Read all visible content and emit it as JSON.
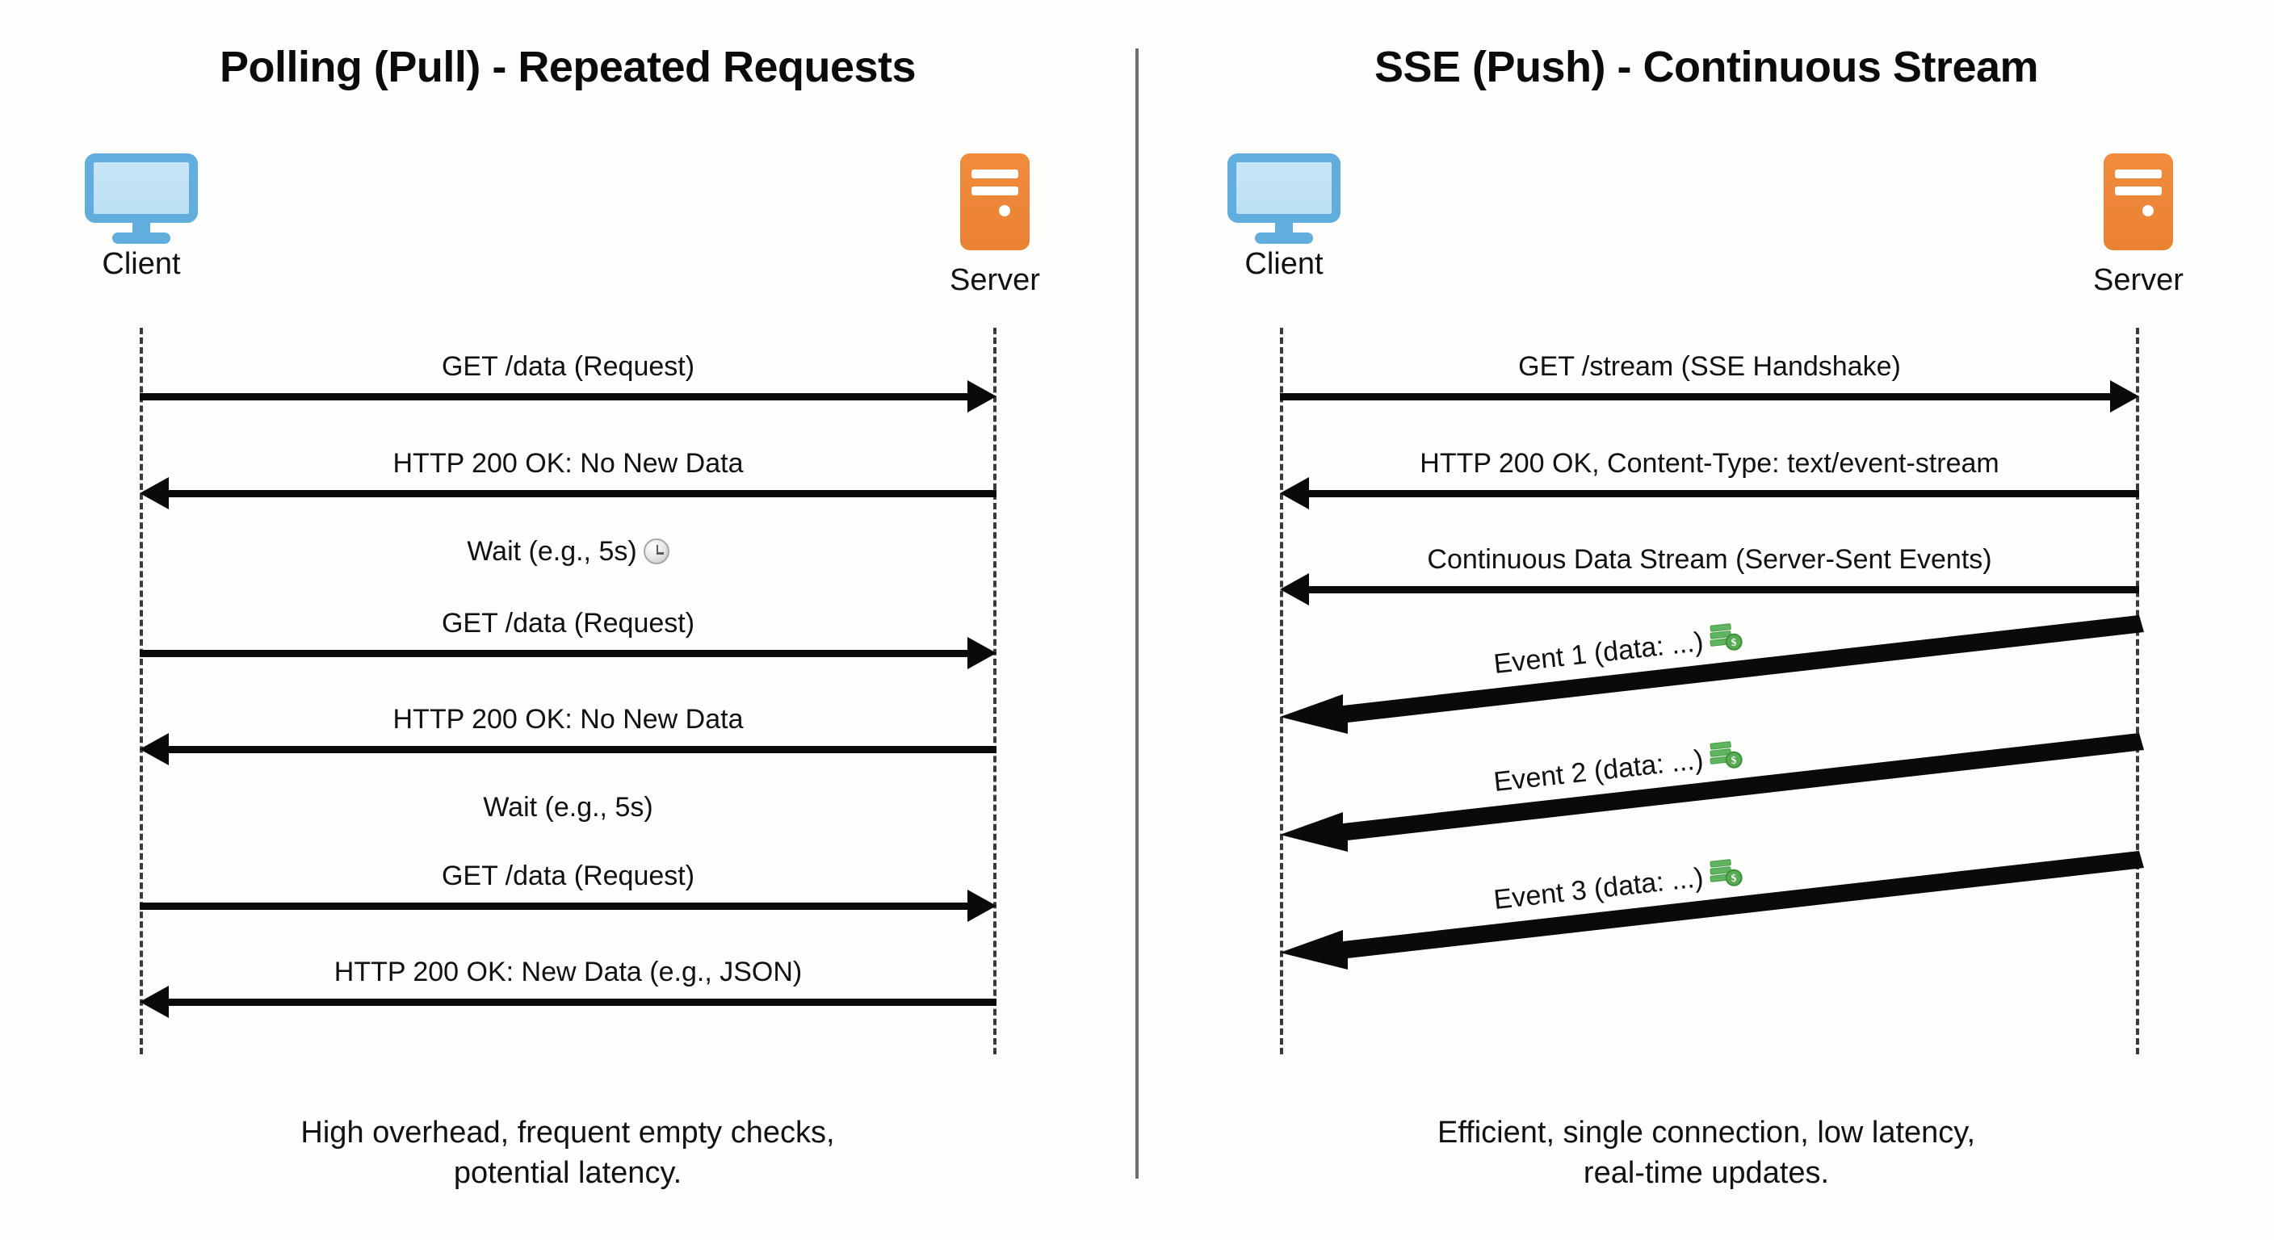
{
  "diagram": {
    "type": "sequence-diagram-comparison",
    "background_color": "#fdfdfb",
    "divider_color": "#6e7073",
    "client_icon_color": "#61aede",
    "server_icon_color": "#ef8a38",
    "arrow_color": "#0a0a0a",
    "money_icon_color": "#5fb55f"
  },
  "panels": [
    {
      "id": "polling",
      "title": "Polling (Pull) - Repeated Requests",
      "actors": {
        "left": {
          "label": "Client",
          "icon": "monitor-icon"
        },
        "right": {
          "label": "Server",
          "icon": "server-tower-icon"
        }
      },
      "messages": [
        {
          "text": "GET /data (Request)",
          "direction": "right",
          "style": "solid"
        },
        {
          "text": "HTTP 200 OK: No New Data",
          "direction": "left",
          "style": "solid"
        },
        {
          "text": "Wait (e.g., 5s)",
          "direction": "none",
          "style": "note",
          "icon": "clock-icon"
        },
        {
          "text": "GET /data (Request)",
          "direction": "right",
          "style": "solid"
        },
        {
          "text": "HTTP 200 OK: No New Data",
          "direction": "left",
          "style": "solid"
        },
        {
          "text": "Wait (e.g., 5s)",
          "direction": "none",
          "style": "note",
          "icon": ""
        },
        {
          "text": "GET /data (Request)",
          "direction": "right",
          "style": "solid"
        },
        {
          "text": "HTTP 200 OK: New Data (e.g., JSON)",
          "direction": "left",
          "style": "solid"
        }
      ],
      "caption_line1": "High overhead, frequent empty checks,",
      "caption_line2": "potential latency."
    },
    {
      "id": "sse",
      "title": "SSE (Push) - Continuous Stream",
      "actors": {
        "left": {
          "label": "Client",
          "icon": "monitor-icon"
        },
        "right": {
          "label": "Server",
          "icon": "server-tower-icon"
        }
      },
      "messages": [
        {
          "text": "GET /stream (SSE Handshake)",
          "direction": "right",
          "style": "solid"
        },
        {
          "text": "HTTP 200 OK, Content-Type: text/event-stream",
          "direction": "left",
          "style": "solid"
        },
        {
          "text": "Continuous Data Stream (Server-Sent Events)",
          "direction": "left",
          "style": "solid"
        }
      ],
      "stream_events": [
        {
          "text": "Event 1 (data: ...)",
          "direction": "left",
          "style": "diagonal",
          "icon": "money-icon"
        },
        {
          "text": "Event 2 (data: ...)",
          "direction": "left",
          "style": "diagonal",
          "icon": "money-icon"
        },
        {
          "text": "Event 3 (data: ...)",
          "direction": "left",
          "style": "diagonal",
          "icon": "money-icon"
        }
      ],
      "caption_line1": "Efficient, single connection, low latency,",
      "caption_line2": "real-time updates."
    }
  ]
}
